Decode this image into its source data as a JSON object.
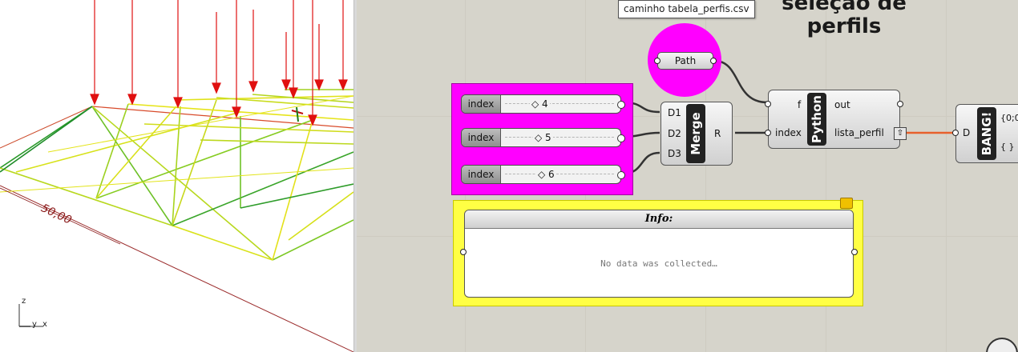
{
  "viewport": {
    "dimension_label": "50,00",
    "axis": {
      "z": "z",
      "y": "y",
      "x": "x"
    }
  },
  "canvas": {
    "title": "seleção de perfils",
    "tooltip": "caminho tabela_perfis.csv",
    "path_component": {
      "label": "Path"
    },
    "sliders": [
      {
        "label": "index",
        "value": "◇ 4"
      },
      {
        "label": "index",
        "value": "◇ 5"
      },
      {
        "label": "index",
        "value": "◇ 6"
      }
    ],
    "merge": {
      "name": "Merge",
      "inputs": [
        "D1",
        "D2",
        "D3"
      ],
      "output": "R"
    },
    "python": {
      "name": "Python",
      "inputs": [
        "f",
        "index"
      ],
      "outputs": [
        "out",
        "lista_perfil"
      ]
    },
    "bang": {
      "name": "BANG!",
      "input": "D",
      "out_top": "{0;0",
      "out_bottom": "{ }"
    },
    "info_panel": {
      "title": "Info:",
      "message": "No data was collected…"
    },
    "colors": {
      "group": "#ff00ff",
      "panel": "#ffff44",
      "wire": "#333333",
      "wire_active": "#e8602c"
    }
  }
}
